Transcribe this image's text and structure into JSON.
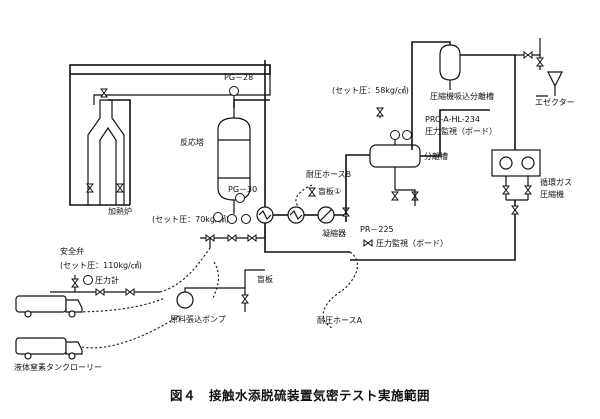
{
  "caption": "図４　接触水添脱硫装置気密テスト実施範囲",
  "labels": {
    "pg28": "PG－28",
    "reactor": "反応塔",
    "pg30": "PG－30",
    "set70": "(セット圧：70kg/㎠)",
    "furnace": "加熱炉",
    "safety_valve": "安全弁",
    "set110": "(セット圧：110kg/㎠)",
    "pressure_gauge": "圧力計",
    "tank_lorry": "液体窒素タンクローリー",
    "feed_pump": "原料張込ポンプ",
    "blind1": "盲板",
    "blind2": "盲板①",
    "hose_a": "耐圧ホースA",
    "hose_b": "耐圧ホースB",
    "condenser": "凝縮器",
    "pr225": "PR－225",
    "pr225_mon": "圧力監視（ボード）",
    "set58": "(セット圧：58kg/㎠)",
    "prc": "PRC-A-HL-234",
    "prc_mon": "圧力監視（ボード）",
    "separator": "分離槽",
    "comp_drum": "圧縮機吸込分離槽",
    "ejector": "エゼクター",
    "recycle1": "循環ガス",
    "recycle2": "圧縮機"
  }
}
